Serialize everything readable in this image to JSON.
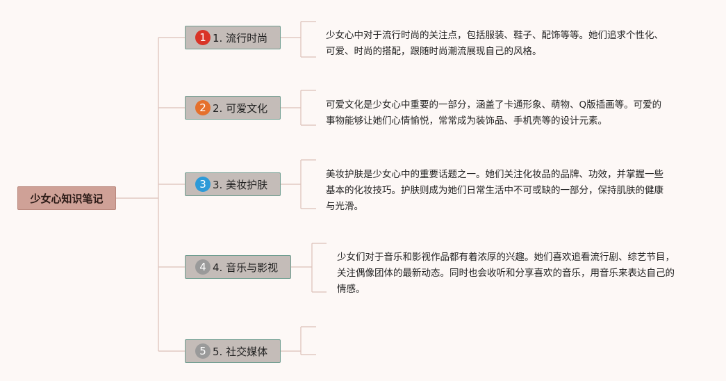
{
  "root": {
    "label": "少女心知识笔记"
  },
  "topics": [
    {
      "number": "1",
      "label": "1. 流行时尚",
      "badge_color": "#d93427",
      "description": "少女心中对于流行时尚的关注点，包括服装、鞋子、配饰等等。她们追求个性化、可爱、时尚的搭配，跟随时尚潮流展现自己的风格。"
    },
    {
      "number": "2",
      "label": "2. 可爱文化",
      "badge_color": "#e5702c",
      "description": "可爱文化是少女心中重要的一部分，涵盖了卡通形象、萌物、Q版插画等。可爱的事物能够让她们心情愉悦，常常成为装饰品、手机壳等的设计元素。"
    },
    {
      "number": "3",
      "label": "3. 美妆护肤",
      "badge_color": "#2d9ad8",
      "description": "美妆护肤是少女心中的重要话题之一。她们关注化妆品的品牌、功效，并掌握一些基本的化妆技巧。护肤则成为她们日常生活中不可或缺的一部分，保持肌肤的健康与光滑。"
    },
    {
      "number": "4",
      "label": "4. 音乐与影视",
      "badge_color": "#9a9a9a",
      "description": "少女们对于音乐和影视作品都有着浓厚的兴趣。她们喜欢追看流行剧、综艺节目，关注偶像团体的最新动态。同时也会收听和分享喜欢的音乐，用音乐来表达自己的情感。"
    },
    {
      "number": "5",
      "label": "5. 社交媒体",
      "badge_color": "#9a9a9a",
      "description": ""
    }
  ]
}
